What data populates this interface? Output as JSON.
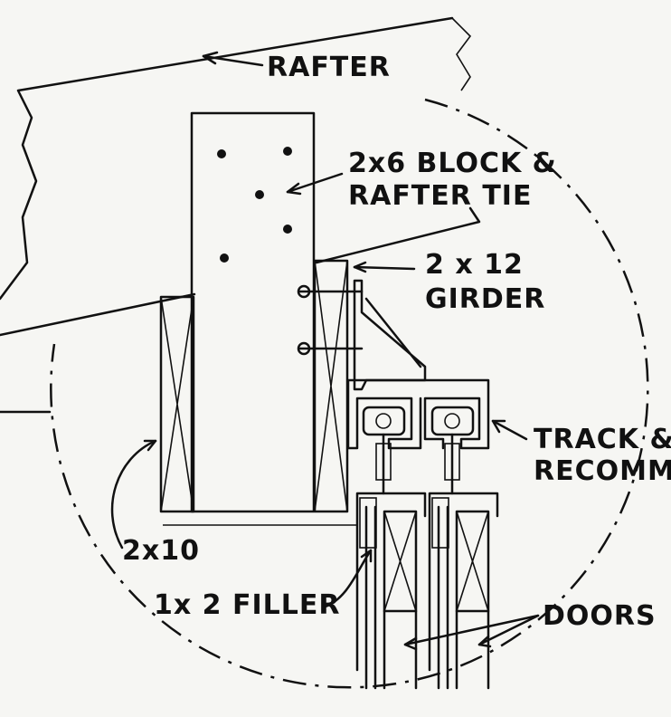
{
  "labels": {
    "rafter": "RAFTER",
    "block_line1": "2x6 BLOCK &",
    "block_line2": "RAFTER TIE",
    "girder_line1": "2 x 12",
    "girder_line2": "GIRDER",
    "track_line1": "TRACK &",
    "track_line2": "RECOMME",
    "stud": "2x10",
    "filler": "1x 2 FILLER",
    "doors": "DOORS"
  },
  "colors": {
    "ink": "#111111",
    "paper": "#f6f6f3"
  }
}
